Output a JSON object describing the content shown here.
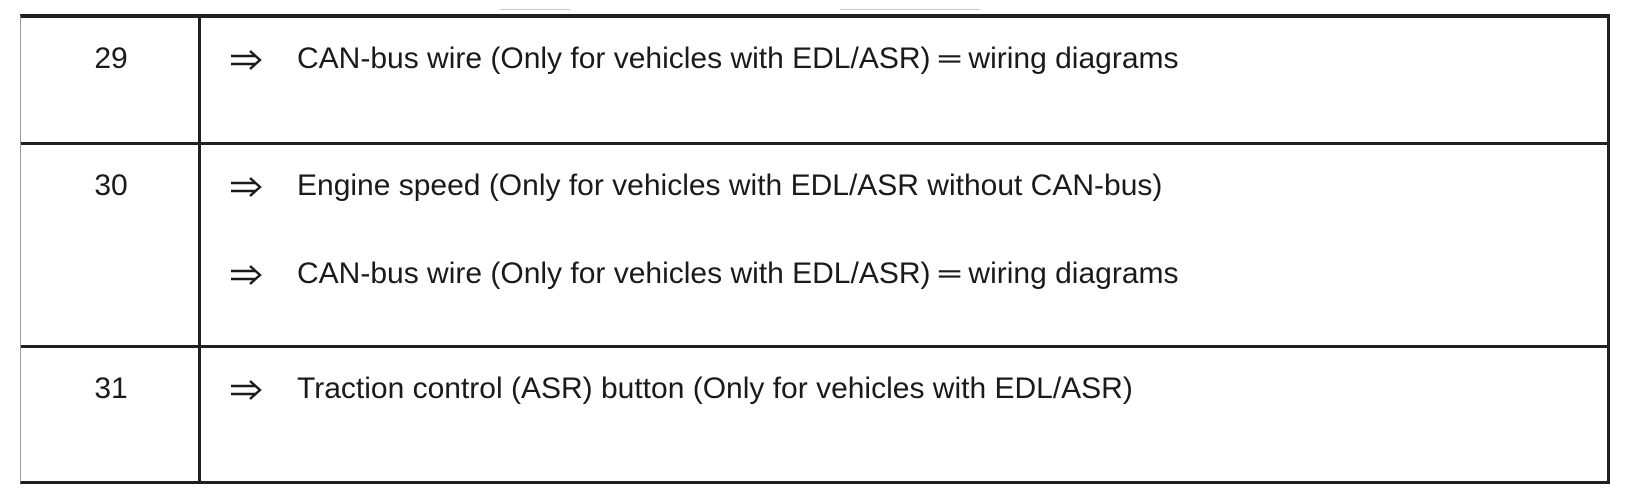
{
  "table": {
    "rows": [
      {
        "number": "29",
        "lines": [
          {
            "arrow": "double-right-arrow-icon",
            "text": "CAN-bus wire (Only for vehicles with EDL/ASR) ═ wiring diagrams"
          }
        ]
      },
      {
        "number": "30",
        "lines": [
          {
            "arrow": "double-right-arrow-icon",
            "text": "Engine speed (Only for vehicles with EDL/ASR without CAN-bus)"
          },
          {
            "arrow": "double-right-arrow-icon",
            "text": "CAN-bus wire (Only for vehicles with EDL/ASR) ═ wiring diagrams"
          }
        ]
      },
      {
        "number": "31",
        "lines": [
          {
            "arrow": "double-right-arrow-icon",
            "text": "Traction control (ASR) button (Only for vehicles with EDL/ASR)"
          }
        ]
      }
    ]
  },
  "colors": {
    "text": "#1a1a1a",
    "rule": "#1f1f1f",
    "background": "#ffffff"
  }
}
